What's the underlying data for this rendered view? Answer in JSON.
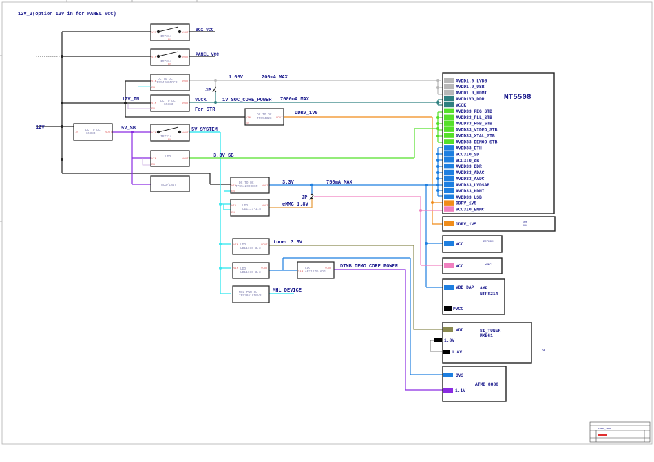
{
  "title_note": "12V_2(option 12V in for PANEL VCC)",
  "colors": {
    "wire_black": "#222222",
    "wire_gray": "#b8b8b8",
    "wire_teal": "#2f8080",
    "wire_orange": "#f08c1a",
    "wire_green": "#55e02a",
    "wire_blue": "#1e7fe0",
    "wire_pink": "#f080c0",
    "wire_purple": "#8a2be2",
    "wire_cyan": "#3ee8f0",
    "wire_olive": "#8a8a50",
    "wire_lavender": "#c8a8e0",
    "pin_black": "#000000",
    "text": "#1a1a8c",
    "pin_label": "#e06060"
  },
  "nets": {
    "in_12v": "12V",
    "in_12v_in": "12V_IN",
    "sb_5v": "5V_SB",
    "system_5v": "5V_SYSTEM",
    "sb_3v3": "3.3V_SB",
    "v105": "1.05V",
    "v105_max": "200mA MAX",
    "vcck": "VCCK",
    "vcck_core": "1V  SOC_CORE_POWER",
    "vcck_max": "7000mA MAX",
    "for_str": "For STR",
    "ddrv": "DDRV_1V5",
    "v33": "3.3V",
    "v33_max": "750mA MAX",
    "emmc": "eMMC 1.8V",
    "jp": "JP",
    "tuner": "tuner 3.3V",
    "dtmb": "DTMB DEMO CORE POWER",
    "mhl": "MHL DEVICE",
    "box_vcc": "BOX VCC",
    "panel_vcc": "PANEL VCC"
  },
  "blocks": {
    "sw_box": {
      "part": "IR7314",
      "pin_in": "VIN",
      "pin_out": "VOUT",
      "pin_en": "EN"
    },
    "sw_panel": {
      "part": "IR7314",
      "pin_in": "VIN",
      "pin_out": "VOUT",
      "pin_en": "EN"
    },
    "dcdc_105": {
      "title": "DC TO DC",
      "part": "TPS54200DDCR",
      "pin_in": "VIN",
      "pin_out": "VOUT",
      "pin_en": "EN"
    },
    "dcdc_vcck": {
      "title": "DC TO DC",
      "part": "G5383",
      "pin_in": "VIN",
      "pin_out": "VOUT",
      "pin_en": "EN"
    },
    "dcdc_ddr": {
      "title": "DC TO DC",
      "part": "TPS54328",
      "pin_in": "VIN",
      "pin_out": "VOUT",
      "pin_en": "EN"
    },
    "dcdc_5vsb": {
      "title": "DC TO DC",
      "part": "G5383",
      "pin_in": "IN",
      "pin_out": "VOUT"
    },
    "sw_5vsys": {
      "part": "IR7314",
      "pin_in": "VIN",
      "pin_out": "VOUT",
      "pin_en": "EN"
    },
    "ldo_3v3sb": {
      "title": "LDO",
      "pin_in": "VIN",
      "pin_out": "VOUT",
      "pin_en": "EN"
    },
    "mcu": {
      "title": "MCU/IANT"
    },
    "dcdc_3v3": {
      "title": "DC TO DC",
      "part": "TPS54200DDCR",
      "pin_in": "VIN",
      "pin_out": "VOUT",
      "pin_en": "EN"
    },
    "ldo_emmc": {
      "title": "LDO",
      "part": "LD1117-1.8",
      "pin_in": "VIN",
      "pin_out": "VOUT",
      "pin_en": "EN"
    },
    "ldo_tuner": {
      "title": "LDO",
      "part": "LD1117S-3.3",
      "pin_in": "VIN",
      "pin_out": "VOUT"
    },
    "ldo_demo_a": {
      "title": "LDO",
      "part": "LD1117S-3.3",
      "pin_in": "VIN",
      "pin_out": "VOUT"
    },
    "ldo_demo_b": {
      "title": "LDO",
      "part": "AP2127R-ADJ",
      "pin_in": "VIN",
      "pin_out": "VOUT"
    },
    "mhl_pwr": {
      "title": "MHL PWR SW",
      "part": "TPS2051CDBVR"
    }
  },
  "mt5508": {
    "name": "MT5508",
    "pins": [
      {
        "label": "AVDD1.0_LVDS",
        "net": "gray"
      },
      {
        "label": "AVDD1.0_USB",
        "net": "gray"
      },
      {
        "label": "AVDD1.0_HDMI",
        "net": "gray"
      },
      {
        "label": "AVDD1V0_DDR",
        "net": "teal"
      },
      {
        "label": "VCCK",
        "net": "teal"
      },
      {
        "label": "AVDD33_REG_STB",
        "net": "green"
      },
      {
        "label": "AVDD33_PLL_STB",
        "net": "green"
      },
      {
        "label": "AVDD33_RGB_STB",
        "net": "green"
      },
      {
        "label": "AVDD33_VIDEO_STB",
        "net": "green"
      },
      {
        "label": "AVDD33_XTAL_STB",
        "net": "green"
      },
      {
        "label": "AVDD33_DEMOD_STB",
        "net": "green"
      },
      {
        "label": "AVDD33_ETH",
        "net": "blue"
      },
      {
        "label": "VCC3IO_SD",
        "net": "blue"
      },
      {
        "label": "VCC3IO_AB",
        "net": "blue"
      },
      {
        "label": "AVDD33_DDR",
        "net": "blue"
      },
      {
        "label": "AVDD33_ADAC",
        "net": "blue"
      },
      {
        "label": "AVDD33_AADC",
        "net": "blue"
      },
      {
        "label": "AVDD33_LVDSAB",
        "net": "blue"
      },
      {
        "label": "AVDD33_HDMI",
        "net": "blue"
      },
      {
        "label": "AVDD33_USB",
        "net": "blue"
      },
      {
        "label": "DDRV_1V5",
        "net": "orange"
      },
      {
        "label": "VCC3IO_EMMC",
        "net": "pink"
      }
    ]
  },
  "ddr": {
    "pin": "DDRV_1V5",
    "name": "DDR",
    "qty": "X4"
  },
  "eeprom": {
    "pin": "VCC",
    "name": "EEPROM"
  },
  "emmc_chip": {
    "pin": "VCC",
    "name": "eMMC"
  },
  "amp": {
    "pin1": "VDD_DAP",
    "pin2": "PVCC",
    "name": "AMP",
    "part": "NTP8214"
  },
  "tuner_chip": {
    "pin1": "VDD",
    "pin2": "1.8V",
    "pin3": "1.8V",
    "name": "SI_TUNER",
    "part": "MXE61"
  },
  "atmb": {
    "pin1": "3V3",
    "pin2": "1.1V",
    "name": "ATMB 8880"
  },
  "stray_mark": "v",
  "title_block": {
    "row1": "POWER_TREE"
  }
}
